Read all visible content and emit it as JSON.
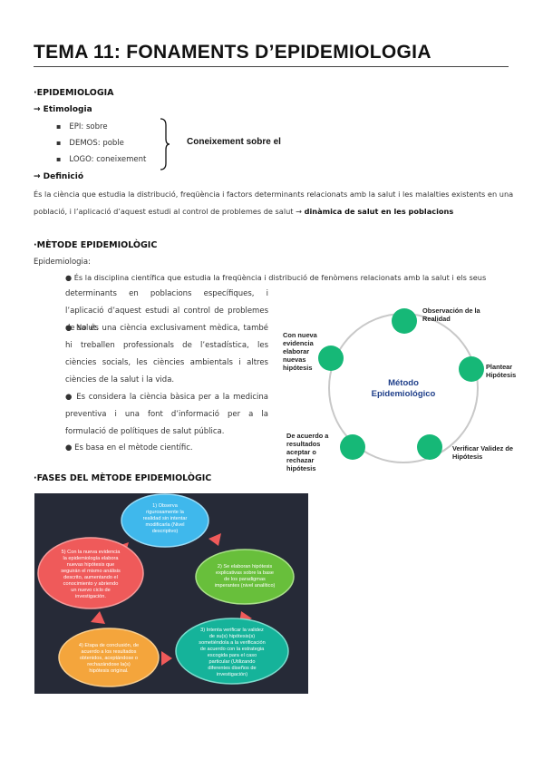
{
  "title": "TEMA 11: FONAMENTS D’EPIDEMIOLOGIA",
  "epidemiologia": {
    "heading": "·EPIDEMIOLOGIA",
    "etimologia_label": "→ Etimologia",
    "etimologia_items": [
      "EPI: sobre",
      "DEMOS: poble",
      "LOGO: coneixement"
    ],
    "brace_label": "Coneixement sobre el",
    "definicio_label": "→ Definició",
    "definicio_line1": "És la ciència que estudia la distribució, freqüència i factors determinants relacionats amb la salut i les malalties existents en una",
    "definicio_line2": "població, i l’aplicació d’aquest estudi al control de problemes de salut →",
    "definicio_bold": "dinàmica de salut en les poblacions"
  },
  "metode": {
    "heading": "·MÈTODE EPIDEMIOLÒGIC",
    "intro": "Epidemiologia:",
    "bullet1_line1": "●   És la disciplina científica que estudia la freqüència i distribució de fenòmens relacionats amb la salut i els seus",
    "bullet1_rest": "determinants en poblacions específiques, i l’aplicació d’aquest estudi al control de problemes de salut.",
    "bullet2": "●   No és una ciència exclusivament mèdica, també hi treballen professionals de l’estadística, les ciències socials, les ciències ambientals i altres ciències de la salut i la vida.",
    "bullet3": "●   Es considera la ciència bàsica per a la medicina preventiva i una font d’informació per a la formulació de polítiques de salut pública.",
    "bullet4": "●   Es basa en el mètode científic."
  },
  "cycle": {
    "center_line1": "Método",
    "center_line2": "Epidemiológico",
    "node_color": "#16b877",
    "ring_color": "#c8c8c8",
    "center_color": "#1f3f8a",
    "labels": {
      "observacion": [
        "Observación de la",
        "Realidad"
      ],
      "plantear": [
        "Plantear",
        "Hipótesis"
      ],
      "verificar": [
        "Verificar Validez de",
        "Hipótesis"
      ],
      "acuerdo": [
        "De acuerdo a",
        "resultados",
        "aceptar o",
        "rechazar",
        "hipótesis"
      ],
      "nueva": [
        "Con nueva",
        "evidencia",
        "elaborar",
        "nuevas",
        "hipótesis"
      ]
    }
  },
  "fases": {
    "heading": "·FASES DEL MÈTODE EPIDEMIOLÒGIC",
    "background": "#262a37",
    "step1": [
      "1) Observa",
      "rigurosamente la",
      "realidad sin intentar",
      "modificarla (Nivel",
      "descriptivo)"
    ],
    "step2": [
      "2) Se elaboran hipótesis",
      "explicativas sobre la base",
      "de los paradigmas",
      "imperantes (nivel analítico)"
    ],
    "step3": [
      "3) Intenta verificar la validez",
      "de su(s) hipótesis(s)",
      "sometiéndola a la verificación",
      "de acuerdo con la estrategia",
      "escogida para el caso",
      "particular (Utilizando",
      "diferentes diseños de",
      "investigación)"
    ],
    "step4": [
      "4) Etapa de conclusión, de",
      "acuerdo a los resultados",
      "obtenidos, aceptándose o",
      "rechazándose la(s)",
      "hipótesis original."
    ],
    "step5": [
      "5) Con la nueva evidencia",
      "la epidemiología elabora",
      "nuevas hipótesis que",
      "seguirán el mismo análisis",
      "descrito, aumentando el",
      "conocimiento y abriendo",
      "un nuevo ciclo de",
      "investigación."
    ]
  }
}
